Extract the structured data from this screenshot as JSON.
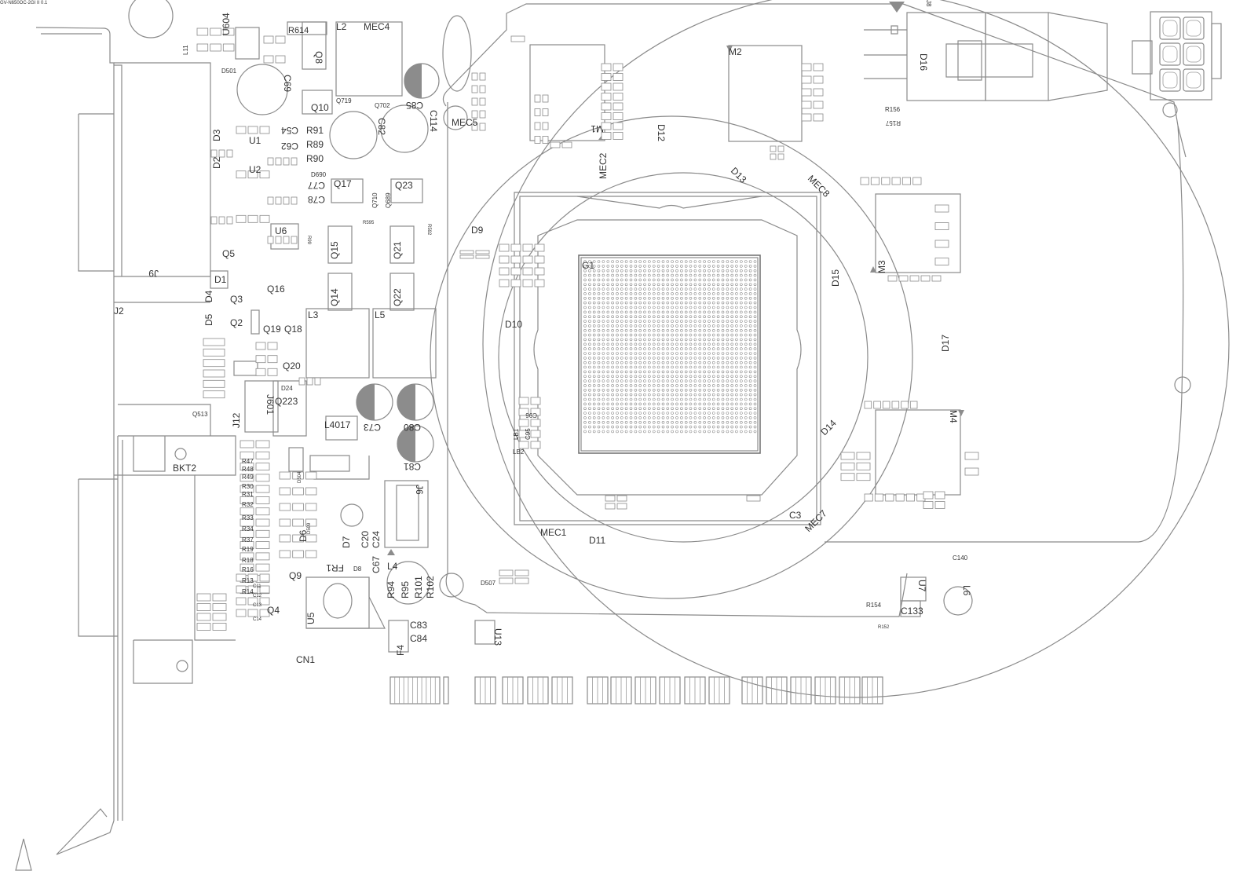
{
  "header": {
    "code": "GV-N650OC-2GI II 0.1"
  },
  "labels": [
    "MEC4",
    "L2",
    "R614",
    "MEC5",
    "MEC2",
    "MEC8",
    "MEC1",
    "MEC7",
    "M1",
    "M2",
    "M3",
    "M4",
    "G1",
    "D16",
    "J8",
    "D12",
    "D13",
    "D15",
    "D17",
    "D14",
    "D11",
    "D10",
    "D9",
    "J9",
    "J2",
    "BKT2",
    "CN1",
    "U1",
    "U2",
    "U5",
    "U6",
    "U7",
    "U13",
    "J12",
    "J601",
    "Q223",
    "Q15",
    "Q21",
    "Q14",
    "Q22",
    "Q17",
    "Q23",
    "Q16",
    "Q18",
    "Q19",
    "Q20",
    "Q3",
    "Q2",
    "Q4",
    "Q5",
    "Q9",
    "Q10",
    "Q8",
    "L3",
    "L4",
    "L5",
    "L6",
    "L4017",
    "J6",
    "C82",
    "C114",
    "C85",
    "C73",
    "C80",
    "C81",
    "C69",
    "C54",
    "C62",
    "C77",
    "C78",
    "C83",
    "C84",
    "C24",
    "C67",
    "C20",
    "C133",
    "C140",
    "C3",
    "D1",
    "D2",
    "D3",
    "D4",
    "D5",
    "D6",
    "D7",
    "D8",
    "D24",
    "R91",
    "R89",
    "R90",
    "R94",
    "R95",
    "R101",
    "R102",
    "R154",
    "R156",
    "R157",
    "F4",
    "FR1",
    "LB1",
    "LB2",
    "C96",
    "C95",
    "Q513",
    "D501",
    "U604",
    "L11",
    "Q719",
    "Q702",
    "D690",
    "Q710",
    "Q689",
    "R595",
    "R592",
    "R99",
    "R152",
    "D507",
    "D504",
    "D509",
    "R47",
    "R48",
    "R49",
    "R30",
    "R31",
    "R32",
    "R33",
    "R34",
    "R37",
    "R19",
    "R18",
    "R16",
    "R13",
    "R14",
    "C11",
    "C12",
    "C13",
    "C14"
  ],
  "gpu": {
    "ball_grid": "38x38"
  },
  "edge_connector": {
    "segments": 20
  }
}
